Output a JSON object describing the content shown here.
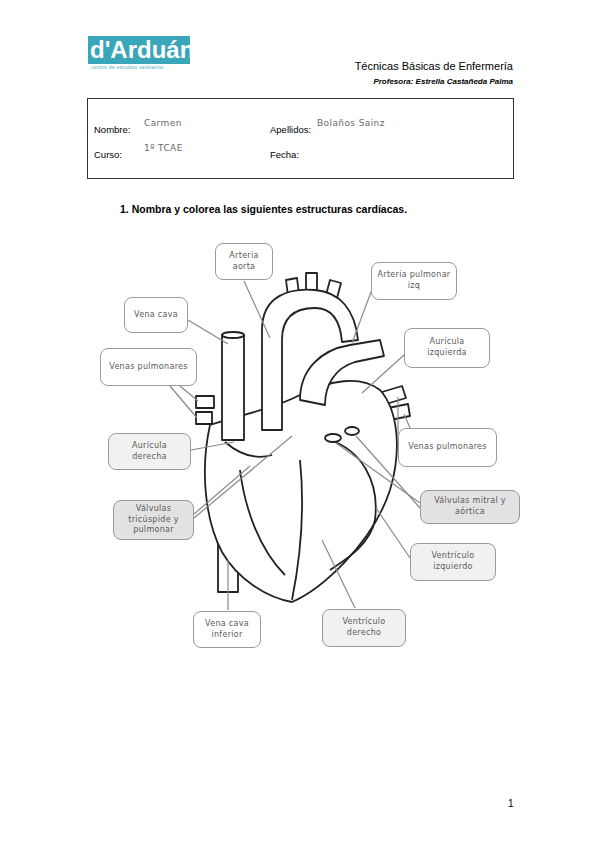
{
  "diagram": {
    "title": "1. Nombra y colorea las siguientes estructuras cardíacas.",
    "nodes": [
      {
        "text": [
          "Nombre:",
          "Carmen",
          "Apellidos:",
          "Bolaños Sainz",
          "Curso:",
          "1º TCAE",
          "Fecha:"
        ]
      },
      {
        "text": [
          "Arteria aorta"
        ]
      },
      {
        "text": [
          "Arteria pulmonar izq"
        ]
      },
      {
        "text": [
          "Vena cava"
        ]
      },
      {
        "text": [
          "Aurícula izquierda"
        ]
      },
      {
        "text": [
          "Venas pulmonares"
        ]
      },
      {
        "text": [
          "Venas pulmonares"
        ]
      },
      {
        "text": [
          "Aurícula derecha"
        ]
      },
      {
        "text": [
          "Válvulas mitral y aórtica"
        ]
      },
      {
        "text": [
          "Válvulas tricúspide y pulmonar"
        ]
      },
      {
        "text": [
          "Ventrículo izquierdo"
        ]
      },
      {
        "text": [
          "Vena cava inferior"
        ]
      },
      {
        "text": [
          "Ventrículo derecho"
        ]
      }
    ],
    "labels": [
      "d'Arduán",
      "centro de estudios sanitarios",
      "Técnicas Básicas de Enfermería",
      "Profesora: Estrella Castañeda Palma",
      "1"
    ]
  }
}
